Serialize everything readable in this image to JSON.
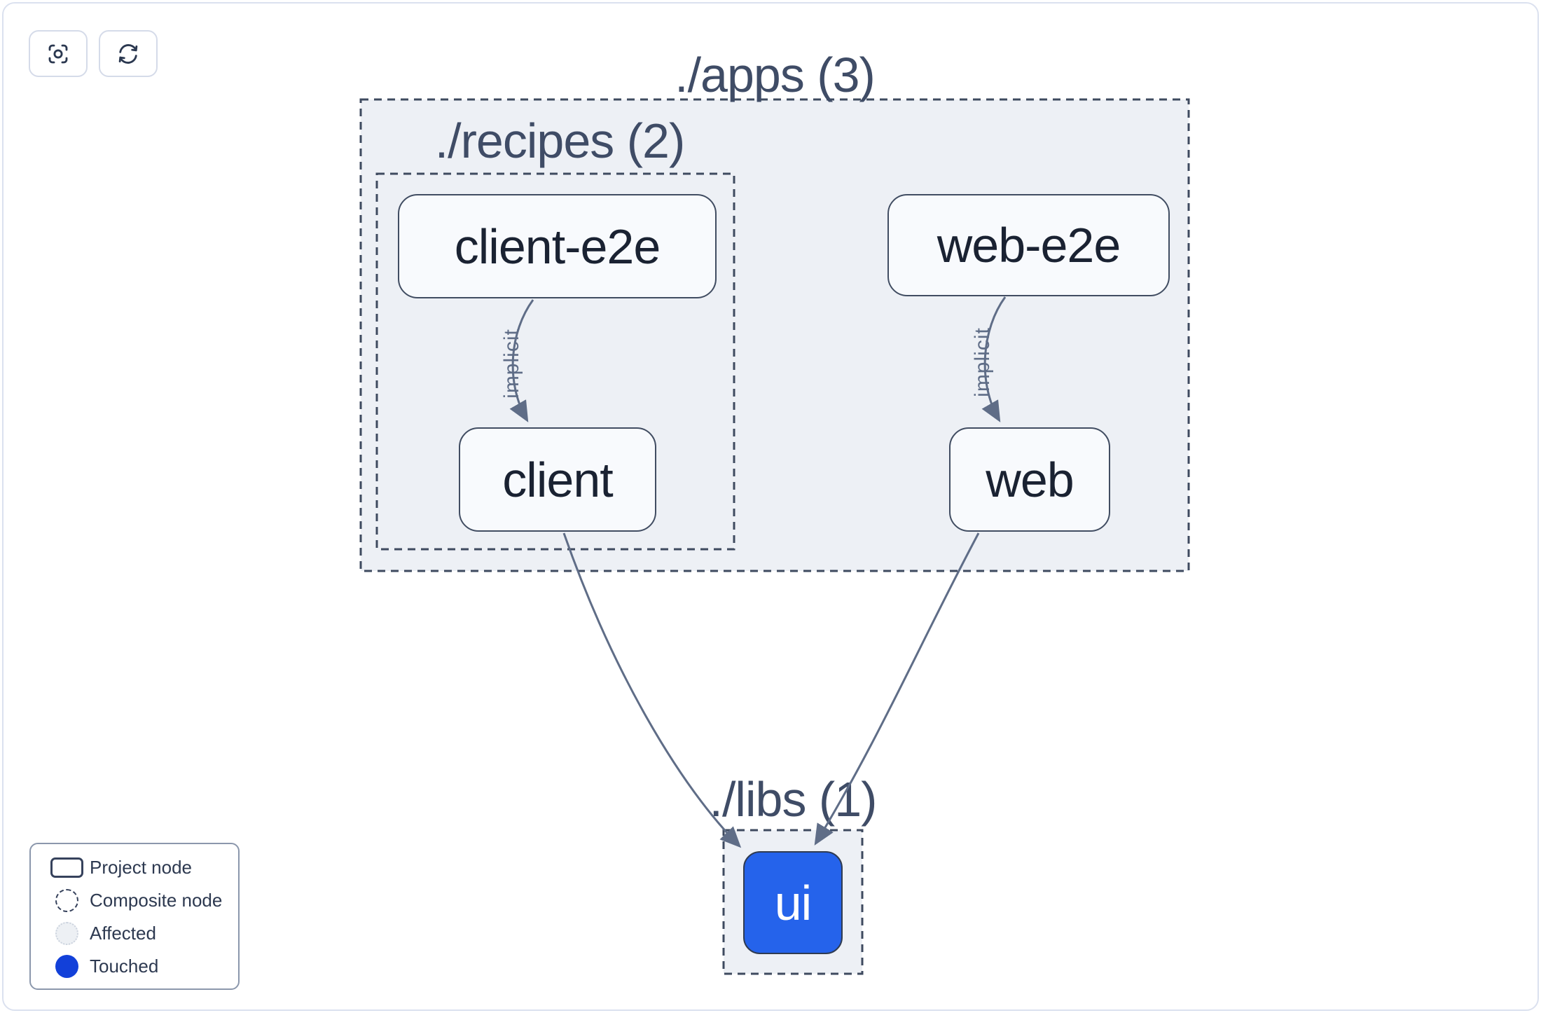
{
  "toolbar": {
    "buttons": [
      {
        "id": "center",
        "icon": "focus-icon",
        "tooltip": "Center graph"
      },
      {
        "id": "refresh",
        "icon": "refresh-icon",
        "tooltip": "Refresh graph"
      }
    ]
  },
  "graph": {
    "groups": [
      {
        "id": "apps",
        "label": "./apps (3)",
        "count": 3
      },
      {
        "id": "recipes",
        "label": "./recipes (2)",
        "count": 2
      },
      {
        "id": "libs",
        "label": "./libs (1)",
        "count": 1
      }
    ],
    "nodes": [
      {
        "id": "client-e2e",
        "label": "client-e2e",
        "group": "recipes",
        "state": "normal"
      },
      {
        "id": "web-e2e",
        "label": "web-e2e",
        "group": "apps",
        "state": "normal"
      },
      {
        "id": "client",
        "label": "client",
        "group": "recipes",
        "state": "normal"
      },
      {
        "id": "web",
        "label": "web",
        "group": "apps",
        "state": "normal"
      },
      {
        "id": "ui",
        "label": "ui",
        "group": "libs",
        "state": "touched"
      }
    ],
    "edges": [
      {
        "from": "client-e2e",
        "to": "client",
        "label": "implicit"
      },
      {
        "from": "web-e2e",
        "to": "web",
        "label": "implicit"
      },
      {
        "from": "client",
        "to": "ui",
        "label": ""
      },
      {
        "from": "web",
        "to": "ui",
        "label": ""
      }
    ]
  },
  "legend": {
    "items": [
      {
        "label": "Project node",
        "swatch": "project"
      },
      {
        "label": "Composite node",
        "swatch": "composite"
      },
      {
        "label": "Affected",
        "swatch": "affected"
      },
      {
        "label": "Touched",
        "swatch": "touched"
      }
    ]
  },
  "colors": {
    "group_fill": "#edf0f5",
    "group_border": "#3e4a5f",
    "node_fill": "#f8fafd",
    "node_border": "#414d62",
    "node_text": "#1a2232",
    "touched_node_fill": "#2563eb",
    "legend_touched_fill": "#1240d9",
    "edge": "#5f6d87",
    "title_text": "#3f4c66",
    "card_border": "#dbe1ef"
  }
}
